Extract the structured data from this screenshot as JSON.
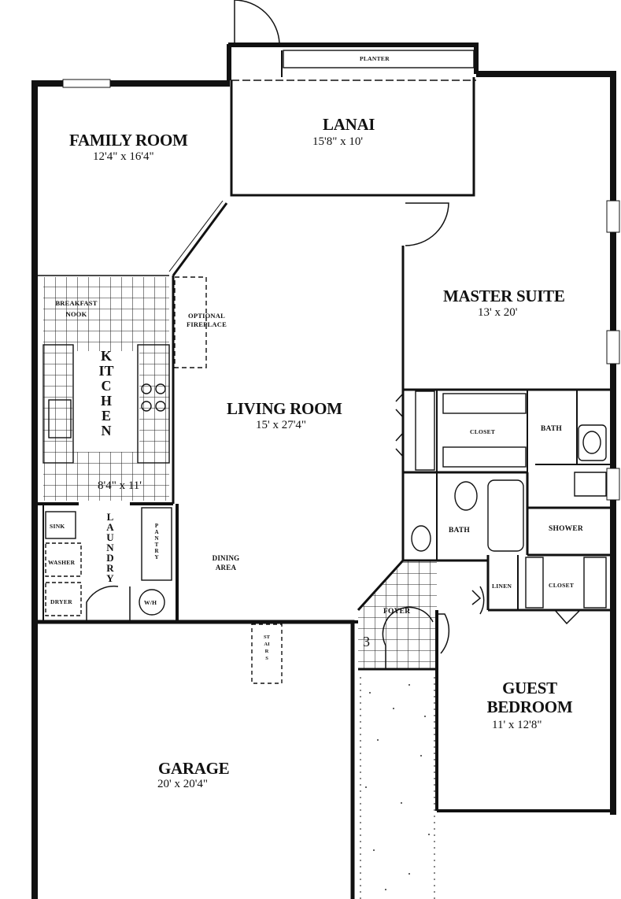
{
  "rooms": {
    "family_room": {
      "name": "FAMILY ROOM",
      "dims": "12'4\" x 16'4\""
    },
    "lanai": {
      "name": "LANAI",
      "dims": "15'8\" x 10'"
    },
    "planter": "PLANTER",
    "master_suite": {
      "name": "MASTER SUITE",
      "dims": "13' x 20'"
    },
    "breakfast_nook": "BREAKFAST NOOK",
    "optional_fireplace": "OPTIONAL FIREPLACE",
    "kitchen": {
      "name": "KITCHEN",
      "dims": "8'4\" x 11'"
    },
    "living_room": {
      "name": "LIVING ROOM",
      "dims": "15' x 27'4\""
    },
    "closet_master": "CLOSET",
    "bath_master": "BATH",
    "bath_guest": "BATH",
    "shower": "SHOWER",
    "laundry": "LAUNDRY",
    "pantry": "PANTRY",
    "sink": "SINK",
    "washer": "WASHER",
    "dryer": "DRYER",
    "water_heater": "W/H",
    "dining_area": "DINING AREA",
    "linen": "LINEN",
    "closet_guest": "CLOSET",
    "foyer": "FOYER",
    "stairs": "STAIRS",
    "step_count": "3",
    "guest_bedroom": {
      "name": "GUEST BEDROOM",
      "dims": "11' x 12'8\""
    },
    "garage": {
      "name": "GARAGE",
      "dims": "20' x 20'4\""
    }
  }
}
